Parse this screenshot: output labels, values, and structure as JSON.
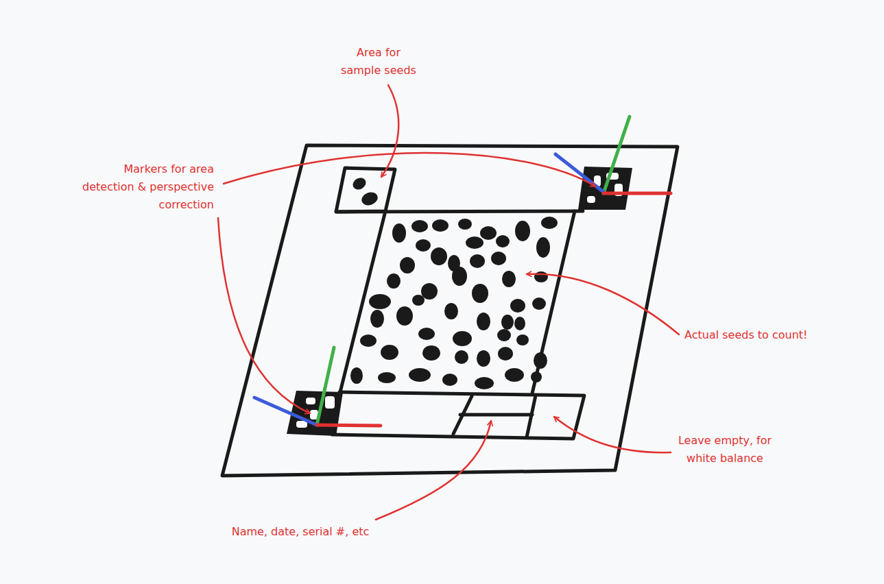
{
  "diagram": {
    "labels": [
      "Area for sample seeds",
      "Markers for area detection & perspective correction",
      "Actual seeds to count!",
      "Leave empty, for white balance",
      "Name, date, serial #, etc"
    ]
  }
}
